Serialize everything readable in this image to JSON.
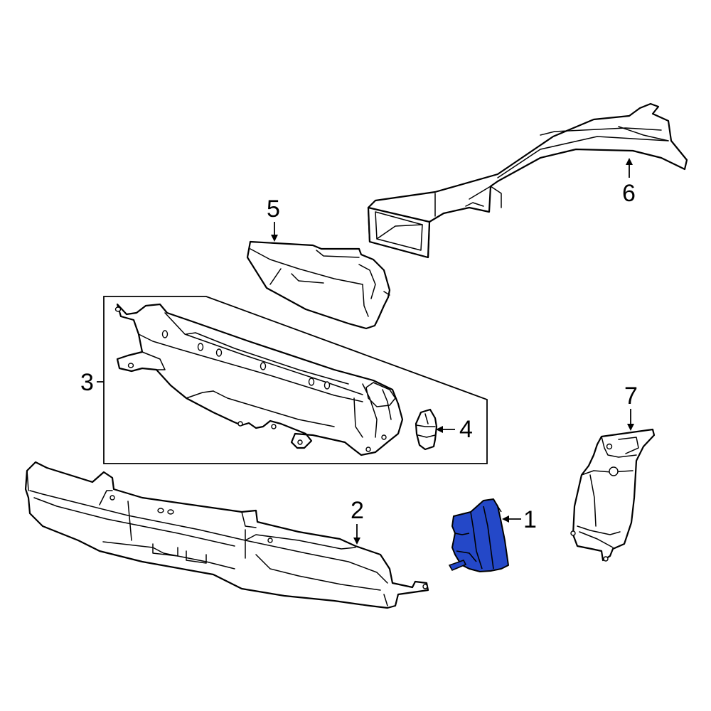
{
  "callouts": {
    "c1": "1",
    "c2": "2",
    "c3": "3",
    "c4": "4",
    "c5": "5",
    "c6": "6",
    "c7": "7"
  },
  "colors": {
    "highlight_part": "#2448c8",
    "outline": "#000000",
    "background": "#ffffff"
  }
}
